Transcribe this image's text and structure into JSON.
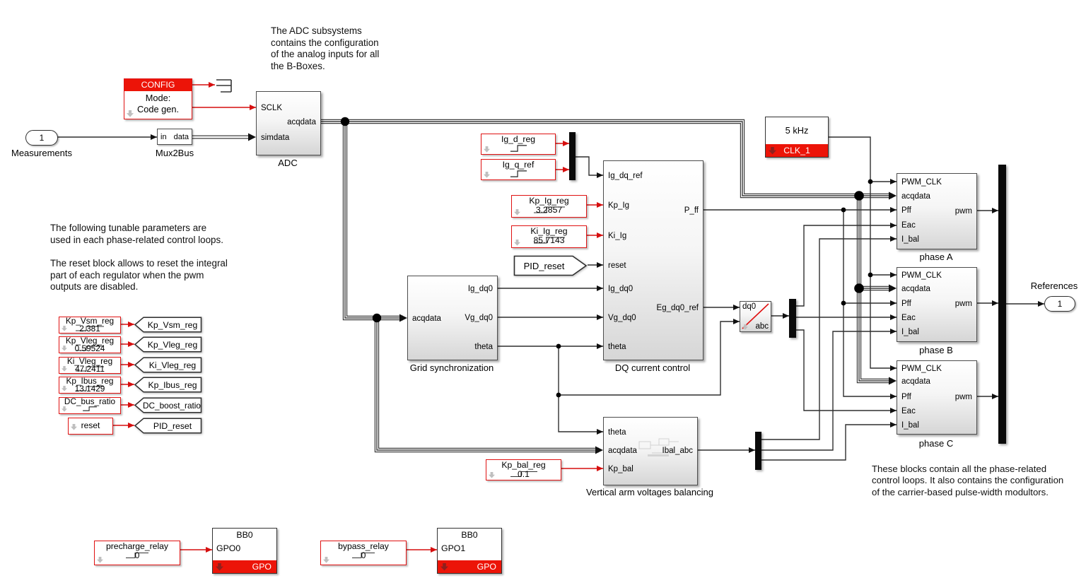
{
  "colors": {
    "accent_red": "#e01212",
    "header_red": "#ec1408",
    "block_border": "#4d4d4d"
  },
  "notes": {
    "adc": "The ADC subsystems\ncontains the configuration\nof the analog inputs for all\nthe B-Boxes.",
    "tunable": "The following tunable parameters are\nused in each phase-related control loops.",
    "reset": "The reset block allows to reset the integral\npart of each regulator when the pwm\noutputs are disabled.",
    "phases": "These blocks contain all the phase-related\ncontrol loops. It also contains the configuration\nof the carrier-based pulse-width modultors."
  },
  "inport": {
    "value": "1",
    "label": "Measurements"
  },
  "outport": {
    "value": "1",
    "label": "References"
  },
  "mux2bus": {
    "in": "in",
    "data": "data",
    "label": "Mux2Bus"
  },
  "config": {
    "header": "CONFIG",
    "line1": "Mode:",
    "line2": "Code gen."
  },
  "adc": {
    "label": "ADC",
    "sclk": "SCLK",
    "simdata": "simdata",
    "acqdata": "acqdata"
  },
  "clk": {
    "freq": "5 kHz",
    "name": "CLK_1"
  },
  "ig_sources": {
    "d": {
      "name": "Ig_d_reg"
    },
    "q": {
      "name": "Ig_q_ref"
    }
  },
  "gains": {
    "kp_ig": {
      "name": "Kp_Ig_reg",
      "value": "3.2857"
    },
    "ki_ig": {
      "name": "Ki_Ig_reg",
      "value": "85.7143"
    },
    "kp_bal": {
      "name": "Kp_bal_reg",
      "value": "0.1"
    }
  },
  "from_tag": {
    "pid_reset": "PID_reset"
  },
  "grid_sync": {
    "label": "Grid synchronization",
    "acqdata": "acqdata",
    "ig_dq0": "Ig_dq0",
    "vg_dq0": "Vg_dq0",
    "theta": "theta"
  },
  "dq_control": {
    "label": "DQ current control",
    "inputs": [
      "Ig_dq_ref",
      "Kp_Ig",
      "Ki_Ig",
      "reset",
      "Ig_dq0",
      "Vg_dq0",
      "theta"
    ],
    "p_ff": "P_ff",
    "eg_dq0_ref": "Eg_dq0_ref"
  },
  "dq0abc": {
    "top": "dq0",
    "bottom": "abc"
  },
  "balancing": {
    "label": "Vertical arm voltages balancing",
    "theta": "theta",
    "acqdata": "acqdata",
    "kp_bal": "Kp_bal",
    "ibal_abc": "Ibal_abc"
  },
  "phases": {
    "inputs": [
      "PWM_CLK",
      "acqdata",
      "Pff",
      "Eac",
      "I_bal"
    ],
    "output": "pwm",
    "a_label": "phase A",
    "b_label": "phase B",
    "c_label": "phase C"
  },
  "params": [
    {
      "name": "Kp_Vsm_reg",
      "value": "2.381",
      "tag": "Kp_Vsm_reg"
    },
    {
      "name": "Kp_Vleg_reg",
      "value": "0.59524",
      "tag": "Kp_Vleg_reg"
    },
    {
      "name": "Ki_Vleg_reg",
      "value": "47.2411",
      "tag": "Ki_Vleg_reg"
    },
    {
      "name": "Kp_Ibus_reg",
      "value": "13.1429",
      "tag": "Kp_Ibus_reg"
    },
    {
      "name": "DC_bus_ratio",
      "value": "",
      "tag": "DC_boost_ratio"
    },
    {
      "name": "reset",
      "value": "",
      "tag": "PID_reset"
    }
  ],
  "gpo": {
    "relay0": {
      "name": "precharge_relay",
      "value": "0"
    },
    "relay1": {
      "name": "bypass_relay",
      "value": "0"
    },
    "block0": {
      "title": "BB0",
      "port": "GPO0",
      "footer": "GPO"
    },
    "block1": {
      "title": "BB0",
      "port": "GPO1",
      "footer": "GPO"
    }
  }
}
